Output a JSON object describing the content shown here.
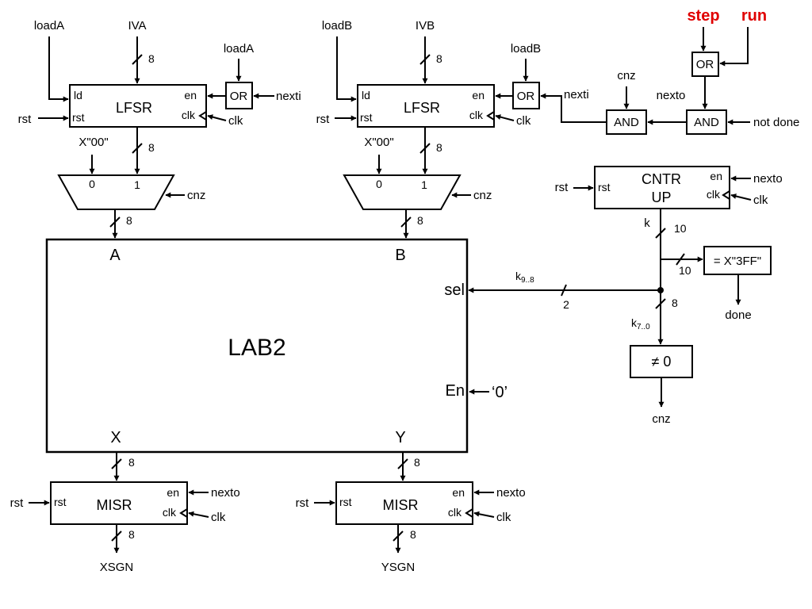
{
  "lab_block": {
    "title": "LAB2",
    "port_a": "A",
    "port_b": "B",
    "port_sel": "sel",
    "port_en": "En",
    "port_x": "X",
    "port_y": "Y",
    "en_const": "‘0’"
  },
  "lfsr_a": {
    "title": "LFSR",
    "ld": "ld",
    "rst": "rst",
    "en": "en",
    "clk": "clk",
    "load_sig": "loadA",
    "iv_sig": "IVA",
    "width_in": "8",
    "width_out": "8",
    "or_label": "OR",
    "or_load": "loadA",
    "or_next": "nexti",
    "rst_in": "rst",
    "clk_in": "clk"
  },
  "lfsr_b": {
    "title": "LFSR",
    "ld": "ld",
    "rst": "rst",
    "en": "en",
    "clk": "clk",
    "load_sig": "loadB",
    "iv_sig": "IVB",
    "width_in": "8",
    "width_out": "8",
    "or_label": "OR",
    "or_load": "loadB",
    "or_next": "nexti",
    "rst_in": "rst",
    "clk_in": "clk"
  },
  "mux_a": {
    "in0_const": "X\"00\"",
    "in0": "0",
    "in1": "1",
    "sel": "cnz",
    "width": "8"
  },
  "mux_b": {
    "in0_const": "X\"00\"",
    "in0": "0",
    "in1": "1",
    "sel": "cnz",
    "width": "8"
  },
  "control": {
    "step": "step",
    "run": "run",
    "or_label": "OR",
    "and1": "AND",
    "and2": "AND",
    "cnz": "cnz",
    "nexto": "nexto",
    "not_done": "not done"
  },
  "counter": {
    "title_1": "CNTR",
    "title_2": "UP",
    "rst": "rst",
    "en": "en",
    "clk": "clk",
    "rst_in": "rst",
    "en_in": "nexto",
    "clk_in": "clk",
    "k": "k",
    "width_k": "10",
    "width_cmp": "10",
    "cmp_label": "= X\"3FF\"",
    "done": "done",
    "sel_bus_base": "k",
    "sel_bus_sub": "9..8",
    "sel_width": "2",
    "low_bus_base": "k",
    "low_bus_sub": "7..0",
    "low_width": "8",
    "nz_label": "≠ 0",
    "cnz_out": "cnz"
  },
  "misr_x": {
    "title": "MISR",
    "rst": "rst",
    "en": "en",
    "clk": "clk",
    "rst_in": "rst",
    "en_in": "nexto",
    "clk_in": "clk",
    "width_in": "8",
    "width_out": "8",
    "out_sig": "XSGN"
  },
  "misr_y": {
    "title": "MISR",
    "rst": "rst",
    "en": "en",
    "clk": "clk",
    "rst_in": "rst",
    "en_in": "nexto",
    "clk_in": "clk",
    "width_in": "8",
    "width_out": "8",
    "out_sig": "YSGN"
  }
}
